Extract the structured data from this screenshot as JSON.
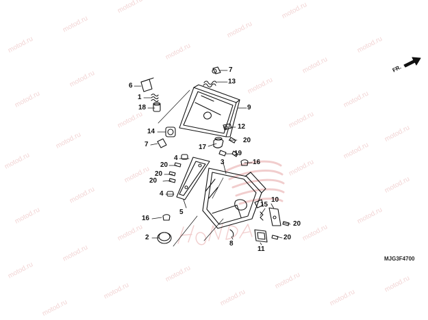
{
  "watermark": "motod.ru",
  "front_indicator": "FR.",
  "diagram_code": "MJG3F4700",
  "callouts": {
    "c2": "2",
    "c3": "3",
    "c4a": "4",
    "c4b": "4",
    "c5": "5",
    "c6": "6",
    "c7a": "7",
    "c7b": "7",
    "c8": "8",
    "c9": "9",
    "c10": "10",
    "c11": "11",
    "c12": "12",
    "c13": "13",
    "c14": "14",
    "c15": "15",
    "c16a": "16",
    "c16b": "16",
    "c17": "17",
    "c18": "18",
    "c19": "19",
    "c20a": "20",
    "c20b": "20",
    "c20c": "20",
    "c20d": "20",
    "c20e": "20",
    "c20f": "20",
    "c1": "1"
  }
}
